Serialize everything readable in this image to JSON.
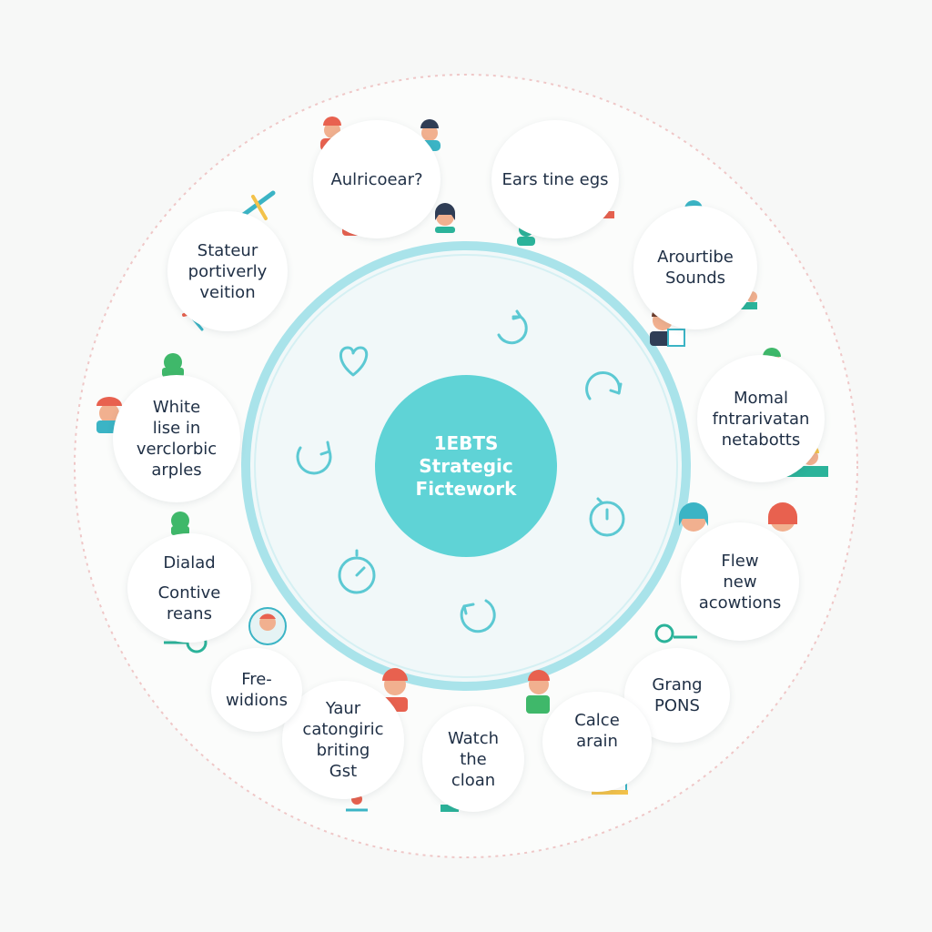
{
  "hub": {
    "lines": [
      "1EBTS",
      "Strategic",
      "Fictework"
    ]
  },
  "bubbles": [
    {
      "id": "b1",
      "lines": [
        "Aulricoear?"
      ]
    },
    {
      "id": "b2",
      "lines": [
        "Ears tine egs"
      ]
    },
    {
      "id": "b3",
      "lines": [
        "Arourtibe",
        "Sounds"
      ]
    },
    {
      "id": "b4",
      "lines": [
        "Momal",
        "fntrarivatan",
        "netabotts"
      ]
    },
    {
      "id": "b5",
      "lines": [
        "Flew",
        "new",
        "acowtions"
      ]
    },
    {
      "id": "b6",
      "lines": [
        "Grang",
        "PONS"
      ]
    },
    {
      "id": "b7",
      "lines": [
        "Calce",
        "arain"
      ]
    },
    {
      "id": "b8",
      "lines": [
        "Watch",
        "the",
        "cloan"
      ]
    },
    {
      "id": "b9",
      "lines": [
        "Yaur",
        "catongiric",
        "briting",
        "Gst"
      ]
    },
    {
      "id": "b10",
      "lines": [
        "Fre-",
        "widions"
      ]
    },
    {
      "id": "b11",
      "lines": [
        "Dialad",
        "",
        "Contive",
        "reans"
      ]
    },
    {
      "id": "b12",
      "lines": [
        "White",
        "lise in",
        "verclorbic",
        "arples"
      ]
    },
    {
      "id": "b13",
      "lines": [
        "Stateur",
        "portiverly",
        "veition"
      ]
    }
  ],
  "colors": {
    "hub": "#5fd3d6",
    "ring": "#a9e3ea",
    "ring_fill": "#f1f8f9",
    "outer_dash": "#efc7c7",
    "inner_icon": "#5cc9d3",
    "text": "#1f2f45",
    "accent_green": "#2bb39a",
    "accent_red": "#f06b5f"
  },
  "icons": {
    "ring_icons": [
      "cycle-arrow-icon",
      "heart-icon",
      "refresh-icon",
      "rotate-icon",
      "timer-icon",
      "stopwatch-icon",
      "cycle-arrow-icon"
    ],
    "people": "person-avatar-icon"
  }
}
